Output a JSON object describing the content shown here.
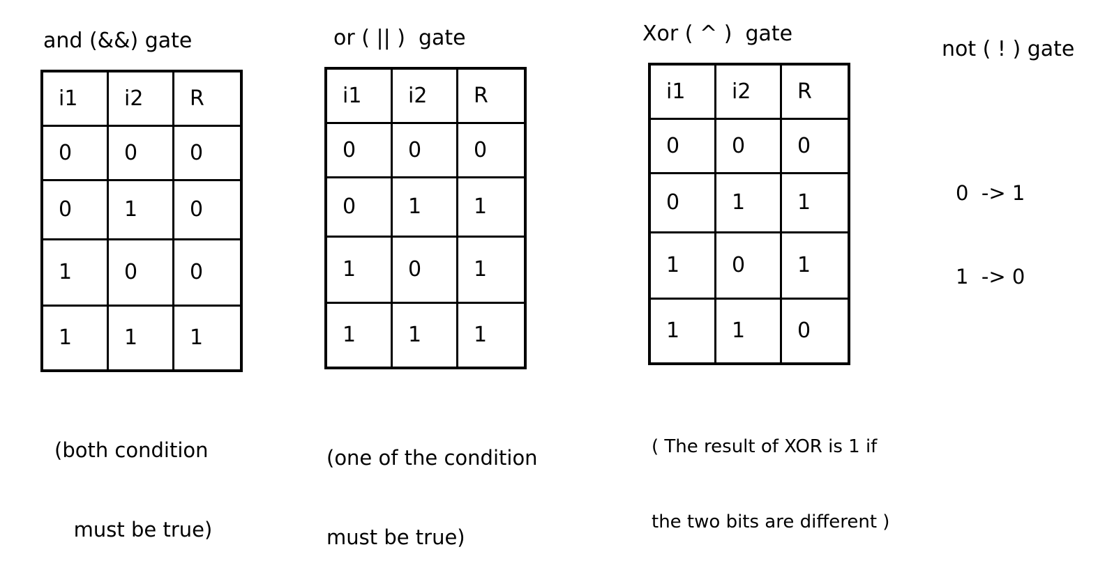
{
  "gates": [
    {
      "title": "and (&&) gate",
      "headers": [
        "i1",
        "i2",
        "R"
      ],
      "rows": [
        [
          "0",
          "0",
          "0"
        ],
        [
          "0",
          "1",
          "0"
        ],
        [
          "1",
          "0",
          "0"
        ],
        [
          "1",
          "1",
          "1"
        ]
      ],
      "note": [
        "(both condition",
        "   must be true)"
      ]
    },
    {
      "title": "or ( || )  gate",
      "headers": [
        "i1",
        "i2",
        "R"
      ],
      "rows": [
        [
          "0",
          "0",
          "0"
        ],
        [
          "0",
          "1",
          "1"
        ],
        [
          "1",
          "0",
          "1"
        ],
        [
          "1",
          "1",
          "1"
        ]
      ],
      "note": [
        "(one of the condition",
        "must be true)"
      ]
    },
    {
      "title": "Xor ( ^ )  gate",
      "headers": [
        "i1",
        "i2",
        "R"
      ],
      "rows": [
        [
          "0",
          "0",
          "0"
        ],
        [
          "0",
          "1",
          "1"
        ],
        [
          "1",
          "0",
          "1"
        ],
        [
          "1",
          "1",
          "0"
        ]
      ],
      "note": [
        "( The result of XOR is 1 if",
        "the two bits are different )"
      ]
    }
  ],
  "not_gate": {
    "title": "not ( ! ) gate",
    "lines": [
      "0  -> 1",
      "1  -> 0"
    ]
  }
}
